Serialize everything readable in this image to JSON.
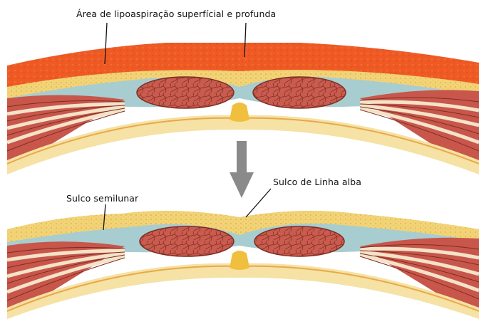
{
  "labels": {
    "top": "Área de lipoaspiração superfícial e profunda",
    "semilunar": "Sulco semilunar",
    "linha_alba": "Sulco de Linha alba"
  },
  "colors": {
    "background": "#ffffff",
    "liposuction_fat": "#ef5a24",
    "subcutaneous_fat": "#f2d477",
    "fat_dots": "#e3b95a",
    "fascia": "#a8cdd0",
    "muscle": "#c8564a",
    "muscle_lines": "#7e2d24",
    "muscle_stripe": "#f3e3c8",
    "linea_alba": "#f1bf3e",
    "arrow": "#8a8a8a",
    "leader_line": "#111111"
  },
  "icons": [
    "down-arrow-icon"
  ]
}
